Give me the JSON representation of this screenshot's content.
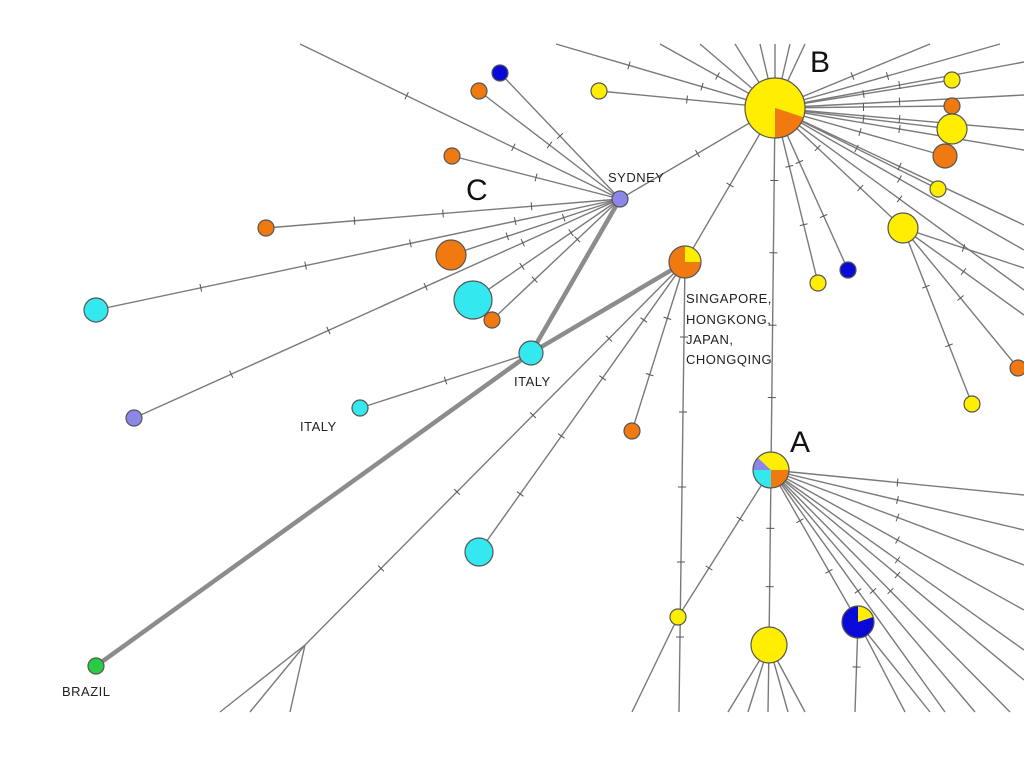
{
  "colors": {
    "yellow": "#ffee00",
    "orange": "#f07a10",
    "cyan": "#33e8ee",
    "blue": "#0a0ad8",
    "purple": "#8c86e8",
    "green": "#28cc44"
  },
  "hub_labels": {
    "a": "A",
    "b": "B",
    "c": "C"
  },
  "place_labels": {
    "sydney": "SYDNEY",
    "italy_1": "ITALY",
    "italy_2": "ITALY",
    "brazil": "BRAZIL",
    "asia_line_1": "SINGAPORE,",
    "asia_line_2": "HONGKONG,",
    "asia_line_3": "JAPAN,",
    "asia_line_4": "CHONGQING"
  }
}
